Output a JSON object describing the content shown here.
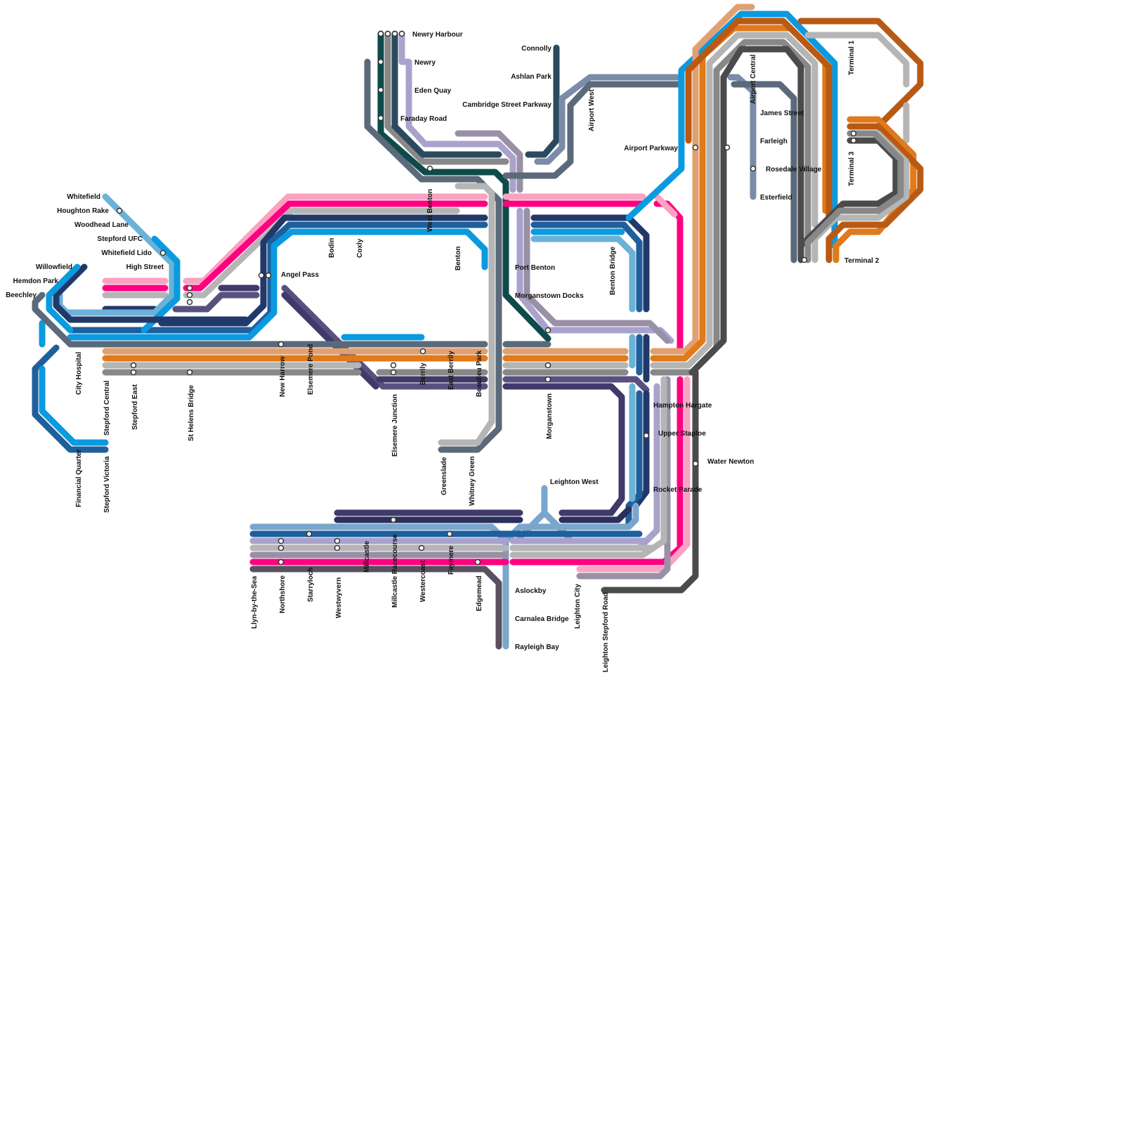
{
  "colors": {
    "pink_light": "#f9a2c2",
    "magenta": "#ff0080",
    "grey_light": "#b5b5b5",
    "grey_mid": "#888888",
    "grey_dark": "#4b4b4b",
    "slate": "#5a6a7a",
    "slate_blue": "#7a8ca8",
    "lavender": "#a8a2cc",
    "mauve": "#9a90a6",
    "purple_dark": "#403a6a",
    "purple_mid": "#5a5080",
    "navy": "#21386a",
    "navy_deep": "#2b2f5e",
    "blue_mid": "#1e5f9c",
    "blue_bright": "#0a9ae0",
    "blue_sky": "#6ab2d6",
    "blue_steel": "#7aa6cc",
    "teal_dark": "#0f4a4a",
    "teal_slate": "#2a4a5e",
    "orange": "#e07a1a",
    "orange_light": "#e0a070",
    "orange_dark": "#c0560c",
    "bronze": "#b85a14",
    "plum_grey": "#5a5060"
  },
  "stations": [
    {
      "name": "Newry Harbour"
    },
    {
      "name": "Newry"
    },
    {
      "name": "Eden Quay"
    },
    {
      "name": "Faraday Road"
    },
    {
      "name": "Connolly"
    },
    {
      "name": "Ashlan Park"
    },
    {
      "name": "Cambridge Street Parkway"
    },
    {
      "name": "Airport West"
    },
    {
      "name": "Airport Parkway"
    },
    {
      "name": "Airport Central"
    },
    {
      "name": "James Street"
    },
    {
      "name": "Farleigh"
    },
    {
      "name": "Rosedale Village"
    },
    {
      "name": "Esterfield"
    },
    {
      "name": "Terminal 1"
    },
    {
      "name": "Terminal 3"
    },
    {
      "name": "Terminal 2"
    },
    {
      "name": "Whitefield"
    },
    {
      "name": "Houghton Rake"
    },
    {
      "name": "Woodhead Lane"
    },
    {
      "name": "Stepford UFC"
    },
    {
      "name": "Whitefield Lido"
    },
    {
      "name": "High Street"
    },
    {
      "name": "Willowfield"
    },
    {
      "name": "Hemdon Park"
    },
    {
      "name": "Beechley"
    },
    {
      "name": "Angel Pass"
    },
    {
      "name": "Bodin"
    },
    {
      "name": "Coxly"
    },
    {
      "name": "West Benton"
    },
    {
      "name": "Benton"
    },
    {
      "name": "Port Benton"
    },
    {
      "name": "Morganstown Docks"
    },
    {
      "name": "Benton Bridge"
    },
    {
      "name": "City Hospital"
    },
    {
      "name": "Stepford Central"
    },
    {
      "name": "Stepford East"
    },
    {
      "name": "St Helens Bridge"
    },
    {
      "name": "New Harrow"
    },
    {
      "name": "Elsemere Pond"
    },
    {
      "name": "Elsemere Junction"
    },
    {
      "name": "Berrily"
    },
    {
      "name": "East Berrily"
    },
    {
      "name": "Beaulieu Park"
    },
    {
      "name": "Morganstown"
    },
    {
      "name": "Financial Quarter"
    },
    {
      "name": "Stepford Victoria"
    },
    {
      "name": "Greenslade"
    },
    {
      "name": "Whitney Green"
    },
    {
      "name": "Hampton Hargate"
    },
    {
      "name": "Upper Staploe"
    },
    {
      "name": "Water Newton"
    },
    {
      "name": "Rocket Parade"
    },
    {
      "name": "Leighton West"
    },
    {
      "name": "Llyn-by-the-Sea"
    },
    {
      "name": "Northshore"
    },
    {
      "name": "Starryloch"
    },
    {
      "name": "Westwyvern"
    },
    {
      "name": "Millcastle"
    },
    {
      "name": "Millcastle Racecourse"
    },
    {
      "name": "Westercoast"
    },
    {
      "name": "Faymere"
    },
    {
      "name": "Edgemead"
    },
    {
      "name": "Aslockby"
    },
    {
      "name": "Carnalea Bridge"
    },
    {
      "name": "Rayleigh Bay"
    },
    {
      "name": "Leighton City"
    },
    {
      "name": "Leighton Stepford Road"
    }
  ]
}
